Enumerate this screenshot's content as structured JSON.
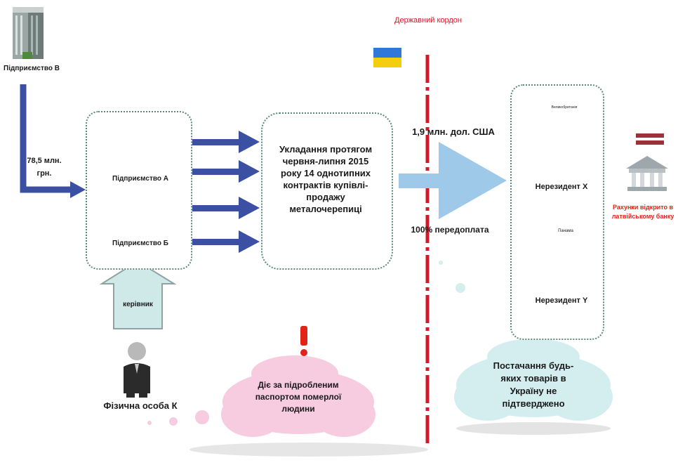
{
  "border": {
    "label": "Державний кордон",
    "color": "#d21a2c"
  },
  "enterprise_b": {
    "label": "Підприємство В"
  },
  "amount": {
    "text": "78,5 млн. грн."
  },
  "enterprise_a": {
    "label": "Підприємство А"
  },
  "enterprise_b2": {
    "label": "Підприємство Б"
  },
  "contracts": {
    "text": "Укладання протягом червня-липня 2015 року 14 однотипних контрактів купівлі-продажу металочерепиці"
  },
  "payment": {
    "amount": "1,9 млн. дол. США",
    "terms": "100% передоплата"
  },
  "nonresident_x": {
    "label": "Нерезидент Х",
    "country": "Великобританія"
  },
  "nonresident_y": {
    "label": "Нерезидент Y",
    "country": "Панама"
  },
  "bank": {
    "label": "Рахунки відкрито в латвійському банку"
  },
  "manager": {
    "label": "керівник"
  },
  "person": {
    "label": "Фізична особа К"
  },
  "warning": {
    "symbol": "!"
  },
  "cloud_pink": {
    "text": "Діє за підробленим паспортом померлої людини"
  },
  "cloud_blue": {
    "text": "Постачання будь-яких товарів в Україну не підтверджено"
  },
  "colors": {
    "arrow_blue": "#3b4fa3",
    "arrow_light": "#9ec9e8",
    "pink": "#f7cbe0",
    "mint": "#d4eef0",
    "red": "#d21a2c"
  }
}
